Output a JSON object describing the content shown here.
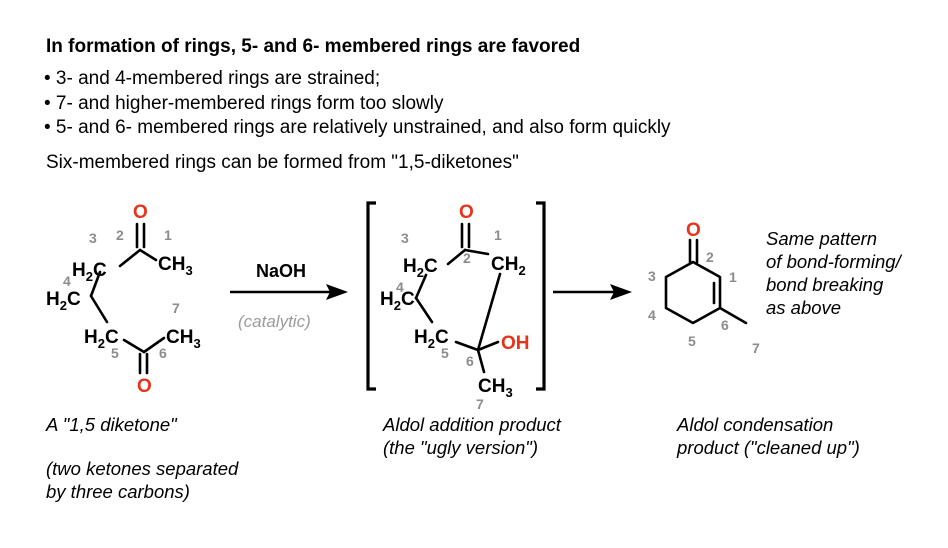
{
  "header": {
    "title": "In formation of rings, 5- and 6- membered rings are favored",
    "bullets": [
      "• 3- and 4-membered rings are strained;",
      "• 7- and higher-membered rings form too slowly",
      "• 5- and 6- membered rings are relatively unstrained, and also form quickly"
    ],
    "lead": "Six-membered rings can be formed from \"1,5-diketones\""
  },
  "reaction": {
    "reagent": "NaOH",
    "condition": "(catalytic)"
  },
  "atoms": {
    "O": "O",
    "C": "C",
    "H": "H",
    "OH": "OH",
    "H2": "2",
    "H3": "3"
  },
  "numbers": [
    "1",
    "2",
    "3",
    "4",
    "5",
    "6",
    "7"
  ],
  "captions": {
    "diketone": "A  \"1,5 diketone\"",
    "diketone_note_1": "(two ketones separated",
    "diketone_note_2": "by three carbons)",
    "aldol_add_1": "Aldol addition product",
    "aldol_add_2": "(the \"ugly version\")",
    "aldol_cond_1": "Aldol condensation",
    "aldol_cond_2": "product (\"cleaned up\")",
    "note_1": "Same pattern",
    "note_2": "of bond-forming/",
    "note_3": "bond breaking",
    "note_4": "as above"
  },
  "colors": {
    "oxygen": "#e8331c",
    "locant": "#8c8c8c",
    "condition": "#9c9c9c"
  }
}
